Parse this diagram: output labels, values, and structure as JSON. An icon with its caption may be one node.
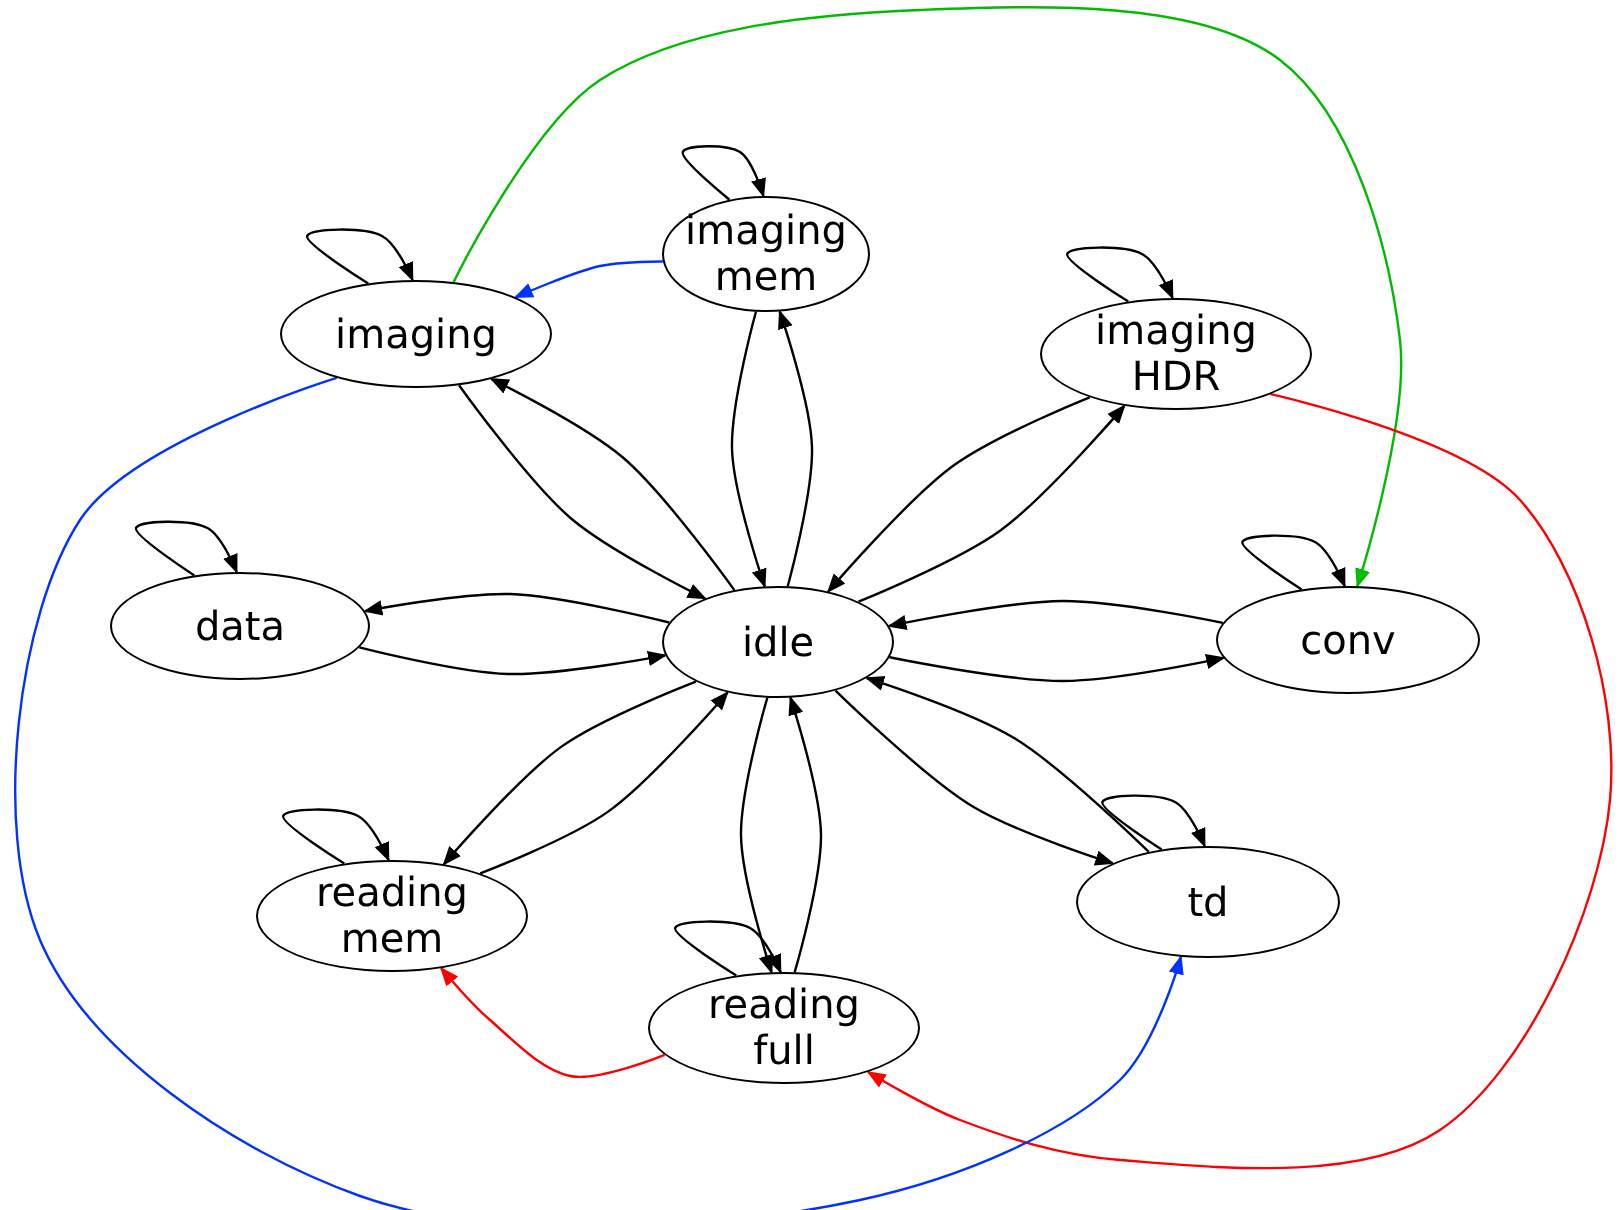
{
  "diagram": {
    "nodes": [
      {
        "text": [
          "imaging"
        ]
      },
      {
        "text": [
          "imaging mem"
        ]
      },
      {
        "text": [
          "imaging HDR"
        ]
      },
      {
        "text": [
          "data"
        ]
      },
      {
        "text": [
          "idle"
        ]
      },
      {
        "text": [
          "conv"
        ]
      },
      {
        "text": [
          "reading mem"
        ]
      },
      {
        "text": [
          "reading full"
        ]
      },
      {
        "text": [
          "td"
        ]
      }
    ],
    "edges": [
      {
        "from": 4,
        "to": 0,
        "arrow": "to"
      },
      {
        "from": 0,
        "to": 4,
        "arrow": "to"
      },
      {
        "from": 4,
        "to": 1,
        "arrow": "to"
      },
      {
        "from": 1,
        "to": 4,
        "arrow": "to"
      },
      {
        "from": 4,
        "to": 2,
        "arrow": "to"
      },
      {
        "from": 2,
        "to": 4,
        "arrow": "to"
      },
      {
        "from": 4,
        "to": 3,
        "arrow": "to"
      },
      {
        "from": 3,
        "to": 4,
        "arrow": "to"
      },
      {
        "from": 4,
        "to": 5,
        "arrow": "to"
      },
      {
        "from": 5,
        "to": 4,
        "arrow": "to"
      },
      {
        "from": 4,
        "to": 6,
        "arrow": "to"
      },
      {
        "from": 6,
        "to": 4,
        "arrow": "to"
      },
      {
        "from": 4,
        "to": 7,
        "arrow": "to"
      },
      {
        "from": 7,
        "to": 4,
        "arrow": "to"
      },
      {
        "from": 4,
        "to": 8,
        "arrow": "to"
      },
      {
        "from": 8,
        "to": 4,
        "arrow": "to"
      },
      {
        "from": 0,
        "to": 0,
        "arrow": "to"
      },
      {
        "from": 1,
        "to": 1,
        "arrow": "to"
      },
      {
        "from": 2,
        "to": 2,
        "arrow": "to"
      },
      {
        "from": 3,
        "to": 3,
        "arrow": "to"
      },
      {
        "from": 5,
        "to": 5,
        "arrow": "to"
      },
      {
        "from": 6,
        "to": 6,
        "arrow": "to"
      },
      {
        "from": 7,
        "to": 7,
        "arrow": "to"
      },
      {
        "from": 8,
        "to": 8,
        "arrow": "to"
      },
      {
        "from": 1,
        "to": 0,
        "arrow": "to",
        "color": "#0033ff"
      },
      {
        "from": 0,
        "to": 5,
        "arrow": "to",
        "color": "#00bb00"
      },
      {
        "from": 2,
        "to": 7,
        "arrow": "to",
        "color": "#ff0000"
      },
      {
        "from": 7,
        "to": 6,
        "arrow": "to",
        "color": "#ff0000"
      },
      {
        "from": 0,
        "to": 8,
        "arrow": "to",
        "color": "#0033ff"
      }
    ]
  }
}
